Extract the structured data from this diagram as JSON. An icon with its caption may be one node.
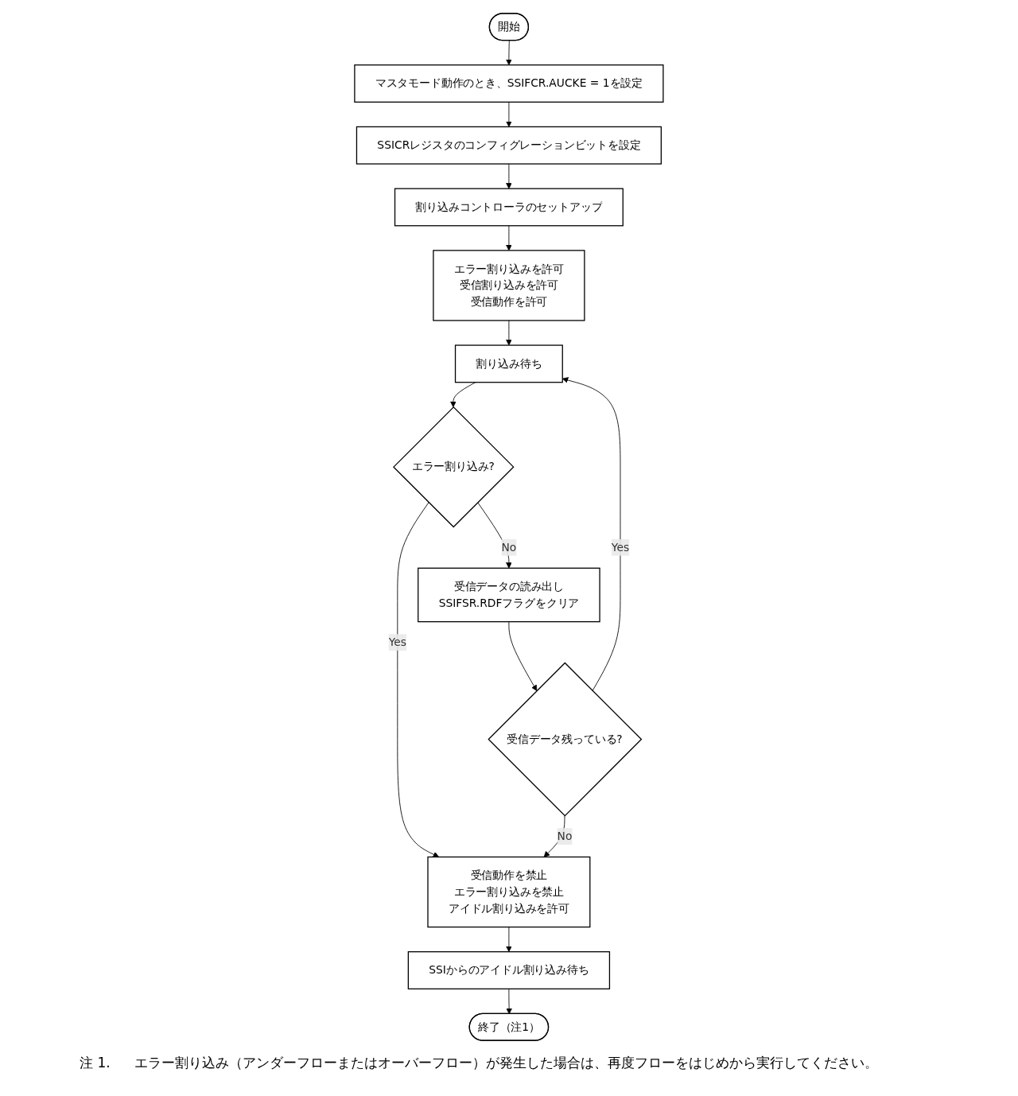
{
  "diagram": {
    "nodes": [
      {
        "text": [
          "開始"
        ]
      },
      {
        "text": [
          "マスタモード動作のとき、SSIFCR.AUCKE = 1を設定"
        ]
      },
      {
        "text": [
          "SSICRレジスタのコンフィグレーションビットを設定"
        ]
      },
      {
        "text": [
          "割り込みコントローラのセットアップ"
        ]
      },
      {
        "text": [
          "エラー割り込みを許可",
          "受信割り込みを許可",
          "受信動作を許可"
        ]
      },
      {
        "text": [
          "割り込み待ち"
        ]
      },
      {
        "text": [
          "エラー割り込み?"
        ]
      },
      {
        "text": [
          "受信データの読み出し",
          "SSIFSR.RDFフラグをクリア"
        ]
      },
      {
        "text": [
          "受信データ残っている?"
        ]
      },
      {
        "text": [
          "受信動作を禁止",
          "エラー割り込みを禁止",
          "アイドル割り込みを許可"
        ]
      },
      {
        "text": [
          "SSIからのアイドル割り込み待ち"
        ]
      },
      {
        "text": [
          "終了（注1）"
        ]
      }
    ],
    "edges": [
      {
        "from": 0,
        "to": 1,
        "arrow": "to"
      },
      {
        "from": 1,
        "to": 2,
        "arrow": "to"
      },
      {
        "from": 2,
        "to": 3,
        "arrow": "to"
      },
      {
        "from": 3,
        "to": 4,
        "arrow": "to"
      },
      {
        "from": 4,
        "to": 5,
        "arrow": "to"
      },
      {
        "from": 5,
        "to": 6,
        "arrow": "to"
      },
      {
        "from": 6,
        "to": 7,
        "arrow": "to",
        "label": "No"
      },
      {
        "from": 6,
        "to": 9,
        "arrow": "to",
        "label": "Yes"
      },
      {
        "from": 7,
        "to": 8,
        "arrow": "to"
      },
      {
        "from": 8,
        "to": 5,
        "arrow": "to",
        "label": "Yes"
      },
      {
        "from": 8,
        "to": 9,
        "arrow": "to",
        "label": "No"
      },
      {
        "from": 9,
        "to": 10,
        "arrow": "to"
      },
      {
        "from": 10,
        "to": 11,
        "arrow": "to"
      }
    ],
    "labels": [
      "注 1.",
      "エラー割り込み（アンダーフローまたはオーバーフロー）が発生した場合は、再度フローをはじめから実行してください。"
    ]
  }
}
